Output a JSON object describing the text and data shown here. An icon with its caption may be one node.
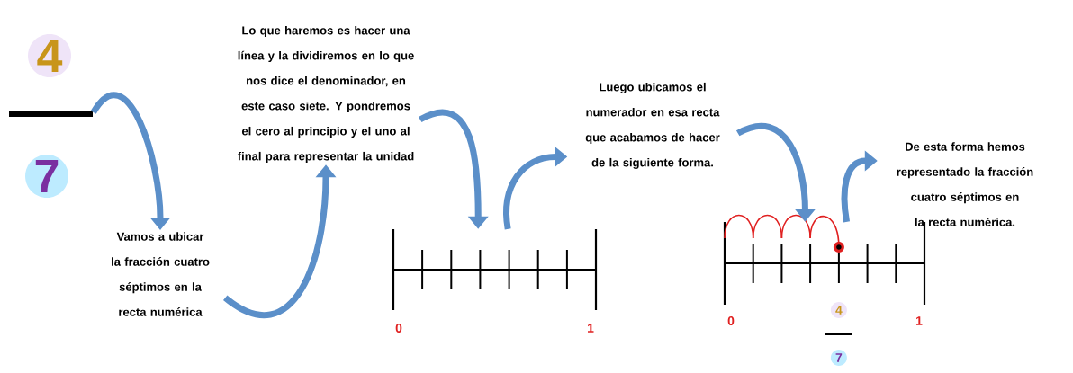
{
  "diagram": {
    "nodes": [
      {
        "text": [
          "4",
          "7"
        ]
      },
      {
        "text": [
          "Vamos a ubicar la fracción cuatro séptimos en la recta numérica"
        ]
      },
      {
        "text": [
          "Lo que haremos es hacer una línea y la dividiremos en lo que nos dice el denominador, en este caso siete. Y pondremos el cero al principio y el uno al final para representar la unidad"
        ]
      },
      {
        "text": [
          "0",
          "1"
        ]
      },
      {
        "text": [
          "Luego ubicamos el numerador en esa recta que acabamos de hacer de la siguiente forma."
        ]
      },
      {
        "text": [
          "0",
          "4",
          "7",
          "1"
        ]
      },
      {
        "text": [
          "De esta forma hemos representado la fracción cuatro séptimos en la recta numérica."
        ]
      }
    ],
    "edges": [
      {
        "from": 0,
        "to": 1,
        "arrow": "to"
      },
      {
        "from": 1,
        "to": 2,
        "arrow": "to"
      },
      {
        "from": 2,
        "to": 3,
        "arrow": "to"
      },
      {
        "from": 3,
        "to": 4,
        "arrow": "to"
      },
      {
        "from": 4,
        "to": 5,
        "arrow": "to"
      },
      {
        "from": 5,
        "to": 6,
        "arrow": "to"
      }
    ]
  }
}
